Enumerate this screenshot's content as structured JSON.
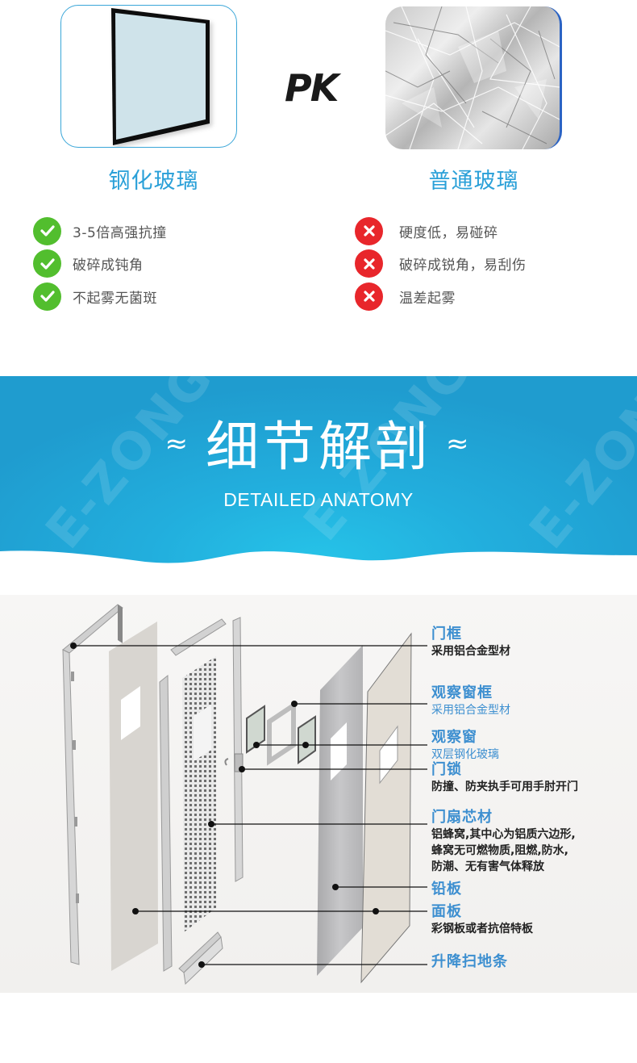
{
  "comparison": {
    "left": {
      "title": "钢化玻璃",
      "image": "tempered-glass-pane",
      "features": [
        "3-5倍高强抗撞",
        "破碎成钝角",
        "不起雾无菌斑"
      ],
      "icon": "check-icon",
      "icon_color": "#52be2e"
    },
    "vs_label": "PK",
    "right": {
      "title": "普通玻璃",
      "image": "shattered-glass",
      "features": [
        "硬度低，易碰碎",
        "破碎成锐角，易刮伤",
        "温差起雾"
      ],
      "icon": "cross-icon",
      "icon_color": "#e8262b"
    },
    "title_color": "#2aa0d8"
  },
  "banner": {
    "title": "细节解剖",
    "wave_glyph": "≈",
    "subtitle": "DETAILED ANATOMY",
    "watermark": "E-ZONG",
    "bg_color": "#22aedd"
  },
  "anatomy": {
    "parts": [
      {
        "title": "门框",
        "desc": "采用铝合金型材"
      },
      {
        "title": "观察窗框",
        "desc": "采用铝合金型材"
      },
      {
        "title": "观察窗",
        "desc": "双层钢化玻璃"
      },
      {
        "title": "门锁",
        "desc": "防撞、防夹执手可用手肘开门"
      },
      {
        "title": "门扇芯材",
        "desc_lines": [
          "铝蜂窝,其中心为铝质六边形,",
          "蜂窝无可燃物质,阻燃,防水,",
          "防潮、无有害气体释放"
        ]
      },
      {
        "title": "铅板",
        "desc": ""
      },
      {
        "title": "面板",
        "desc": "彩钢板或者抗倍特板"
      },
      {
        "title": "升降扫地条",
        "desc": ""
      }
    ],
    "title_color": "#3d8fd0"
  }
}
